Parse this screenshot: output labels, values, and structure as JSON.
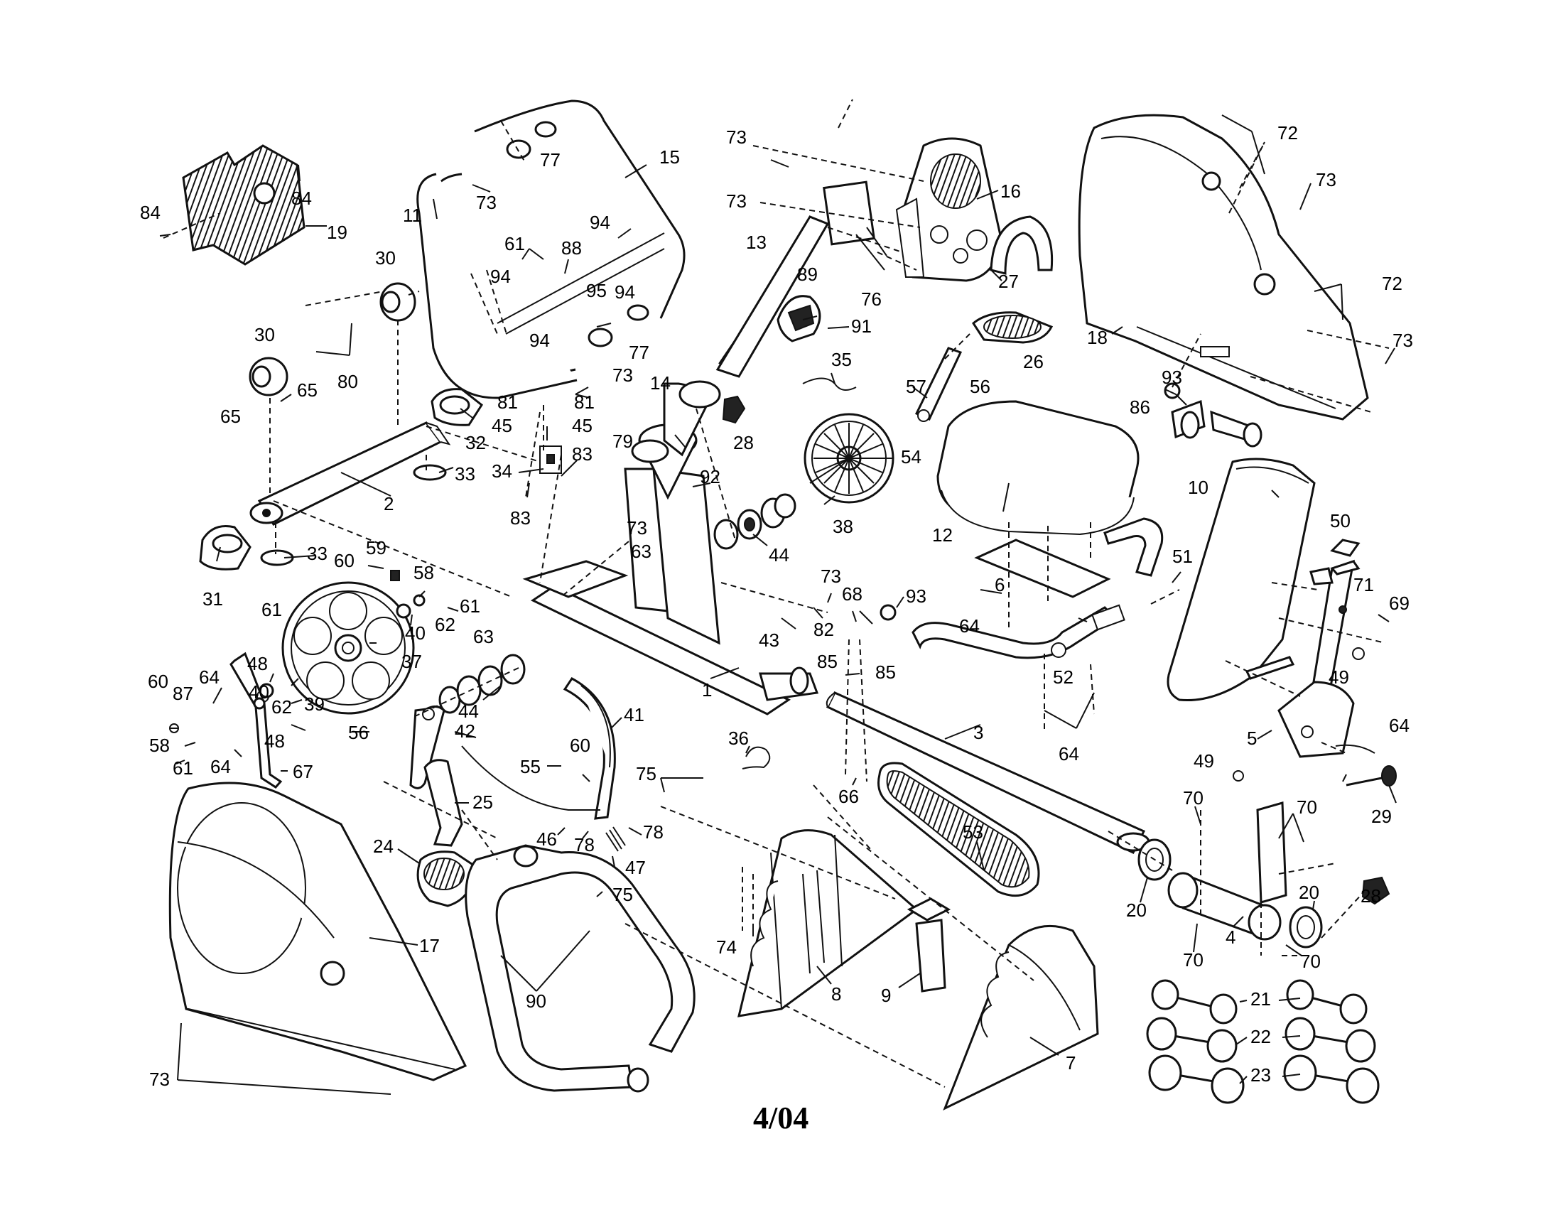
{
  "diagram": {
    "footer_label": "4/04",
    "callouts": [
      {
        "id": "c84a",
        "text": "84"
      },
      {
        "id": "c84b",
        "text": "84"
      },
      {
        "id": "c19",
        "text": "19"
      },
      {
        "id": "c30a",
        "text": "30"
      },
      {
        "id": "c30b",
        "text": "30"
      },
      {
        "id": "c80",
        "text": "80"
      },
      {
        "id": "c65a",
        "text": "65"
      },
      {
        "id": "c65b",
        "text": "65"
      },
      {
        "id": "c32",
        "text": "32"
      },
      {
        "id": "c33a",
        "text": "33"
      },
      {
        "id": "c33b",
        "text": "33"
      },
      {
        "id": "c2",
        "text": "2"
      },
      {
        "id": "c31",
        "text": "31"
      },
      {
        "id": "c11",
        "text": "11"
      },
      {
        "id": "c73a",
        "text": "73"
      },
      {
        "id": "c77a",
        "text": "77"
      },
      {
        "id": "c15",
        "text": "15"
      },
      {
        "id": "c61a",
        "text": "61"
      },
      {
        "id": "c88",
        "text": "88"
      },
      {
        "id": "c94a",
        "text": "94"
      },
      {
        "id": "c94b",
        "text": "94"
      },
      {
        "id": "c94c",
        "text": "94"
      },
      {
        "id": "c94d",
        "text": "94"
      },
      {
        "id": "c95",
        "text": "95"
      },
      {
        "id": "c77b",
        "text": "77"
      },
      {
        "id": "c73b",
        "text": "73"
      },
      {
        "id": "c81a",
        "text": "81"
      },
      {
        "id": "c81b",
        "text": "81"
      },
      {
        "id": "c45a",
        "text": "45"
      },
      {
        "id": "c45b",
        "text": "45"
      },
      {
        "id": "c34",
        "text": "34"
      },
      {
        "id": "c83a",
        "text": "83"
      },
      {
        "id": "c83b",
        "text": "83"
      },
      {
        "id": "c79",
        "text": "79"
      },
      {
        "id": "c14",
        "text": "14"
      },
      {
        "id": "c28a",
        "text": "28"
      },
      {
        "id": "c73c",
        "text": "73"
      },
      {
        "id": "c92",
        "text": "92"
      },
      {
        "id": "c63a",
        "text": "63"
      },
      {
        "id": "c63b",
        "text": "63"
      },
      {
        "id": "c73d",
        "text": "73"
      },
      {
        "id": "c73e",
        "text": "73"
      },
      {
        "id": "c13",
        "text": "13"
      },
      {
        "id": "c16",
        "text": "16"
      },
      {
        "id": "c89",
        "text": "89"
      },
      {
        "id": "c91",
        "text": "91"
      },
      {
        "id": "c76",
        "text": "76"
      },
      {
        "id": "c27",
        "text": "27"
      },
      {
        "id": "c26",
        "text": "26"
      },
      {
        "id": "c35",
        "text": "35"
      },
      {
        "id": "c57",
        "text": "57"
      },
      {
        "id": "c56a",
        "text": "56"
      },
      {
        "id": "c54",
        "text": "54"
      },
      {
        "id": "c38",
        "text": "38"
      },
      {
        "id": "c44a",
        "text": "44"
      },
      {
        "id": "c72a",
        "text": "72"
      },
      {
        "id": "c73f",
        "text": "73"
      },
      {
        "id": "c72b",
        "text": "72"
      },
      {
        "id": "c18",
        "text": "18"
      },
      {
        "id": "c73g",
        "text": "73"
      },
      {
        "id": "c93a",
        "text": "93"
      },
      {
        "id": "c86",
        "text": "86"
      },
      {
        "id": "c12",
        "text": "12"
      },
      {
        "id": "c10",
        "text": "10"
      },
      {
        "id": "c50",
        "text": "50"
      },
      {
        "id": "c71",
        "text": "71"
      },
      {
        "id": "c69",
        "text": "69"
      },
      {
        "id": "c51",
        "text": "51"
      },
      {
        "id": "c6",
        "text": "6"
      },
      {
        "id": "c64a",
        "text": "64"
      },
      {
        "id": "c52",
        "text": "52"
      },
      {
        "id": "c64b",
        "text": "64"
      },
      {
        "id": "c49a",
        "text": "49"
      },
      {
        "id": "c64c",
        "text": "64"
      },
      {
        "id": "c5",
        "text": "5"
      },
      {
        "id": "c49b",
        "text": "49"
      },
      {
        "id": "c29",
        "text": "29"
      },
      {
        "id": "c60a",
        "text": "60"
      },
      {
        "id": "c59",
        "text": "59"
      },
      {
        "id": "c58a",
        "text": "58"
      },
      {
        "id": "c61b",
        "text": "61"
      },
      {
        "id": "c40a",
        "text": "40"
      },
      {
        "id": "c62a",
        "text": "62"
      },
      {
        "id": "c37",
        "text": "37"
      },
      {
        "id": "c61c",
        "text": "61"
      },
      {
        "id": "c48a",
        "text": "48"
      },
      {
        "id": "c40b",
        "text": "40"
      },
      {
        "id": "c39",
        "text": "39"
      },
      {
        "id": "c62b",
        "text": "62"
      },
      {
        "id": "c60b",
        "text": "60"
      },
      {
        "id": "c87",
        "text": "87"
      },
      {
        "id": "c64d",
        "text": "64"
      },
      {
        "id": "c58b",
        "text": "58"
      },
      {
        "id": "c61d",
        "text": "61"
      },
      {
        "id": "c64e",
        "text": "64"
      },
      {
        "id": "c48b",
        "text": "48"
      },
      {
        "id": "c67",
        "text": "67"
      },
      {
        "id": "c56b",
        "text": "56"
      },
      {
        "id": "c42",
        "text": "42"
      },
      {
        "id": "c44b",
        "text": "44"
      },
      {
        "id": "c1",
        "text": "1"
      },
      {
        "id": "c43",
        "text": "43"
      },
      {
        "id": "c82",
        "text": "82"
      },
      {
        "id": "c73h",
        "text": "73"
      },
      {
        "id": "c68",
        "text": "68"
      },
      {
        "id": "c93b",
        "text": "93"
      },
      {
        "id": "c85a",
        "text": "85"
      },
      {
        "id": "c85b",
        "text": "85"
      },
      {
        "id": "c3",
        "text": "3"
      },
      {
        "id": "c66",
        "text": "66"
      },
      {
        "id": "c41",
        "text": "41"
      },
      {
        "id": "c36",
        "text": "36"
      },
      {
        "id": "c55",
        "text": "55"
      },
      {
        "id": "c60c",
        "text": "60"
      },
      {
        "id": "c75a",
        "text": "75"
      },
      {
        "id": "c25",
        "text": "25"
      },
      {
        "id": "c46",
        "text": "46"
      },
      {
        "id": "c78a",
        "text": "78"
      },
      {
        "id": "c78b",
        "text": "78"
      },
      {
        "id": "c47",
        "text": "47"
      },
      {
        "id": "c24",
        "text": "24"
      },
      {
        "id": "c53",
        "text": "53"
      },
      {
        "id": "c20a",
        "text": "20"
      },
      {
        "id": "c70a",
        "text": "70"
      },
      {
        "id": "c70b",
        "text": "70"
      },
      {
        "id": "c70c",
        "text": "70"
      },
      {
        "id": "c70d",
        "text": "70"
      },
      {
        "id": "c4",
        "text": "4"
      },
      {
        "id": "c20b",
        "text": "20"
      },
      {
        "id": "c28b",
        "text": "28"
      },
      {
        "id": "c17",
        "text": "17"
      },
      {
        "id": "c75b",
        "text": "75"
      },
      {
        "id": "c74",
        "text": "74"
      },
      {
        "id": "c8",
        "text": "8"
      },
      {
        "id": "c9",
        "text": "9"
      },
      {
        "id": "c7",
        "text": "7"
      },
      {
        "id": "c90",
        "text": "90"
      },
      {
        "id": "c73i",
        "text": "73"
      },
      {
        "id": "c21",
        "text": "21"
      },
      {
        "id": "c22",
        "text": "22"
      },
      {
        "id": "c23",
        "text": "23"
      }
    ]
  }
}
